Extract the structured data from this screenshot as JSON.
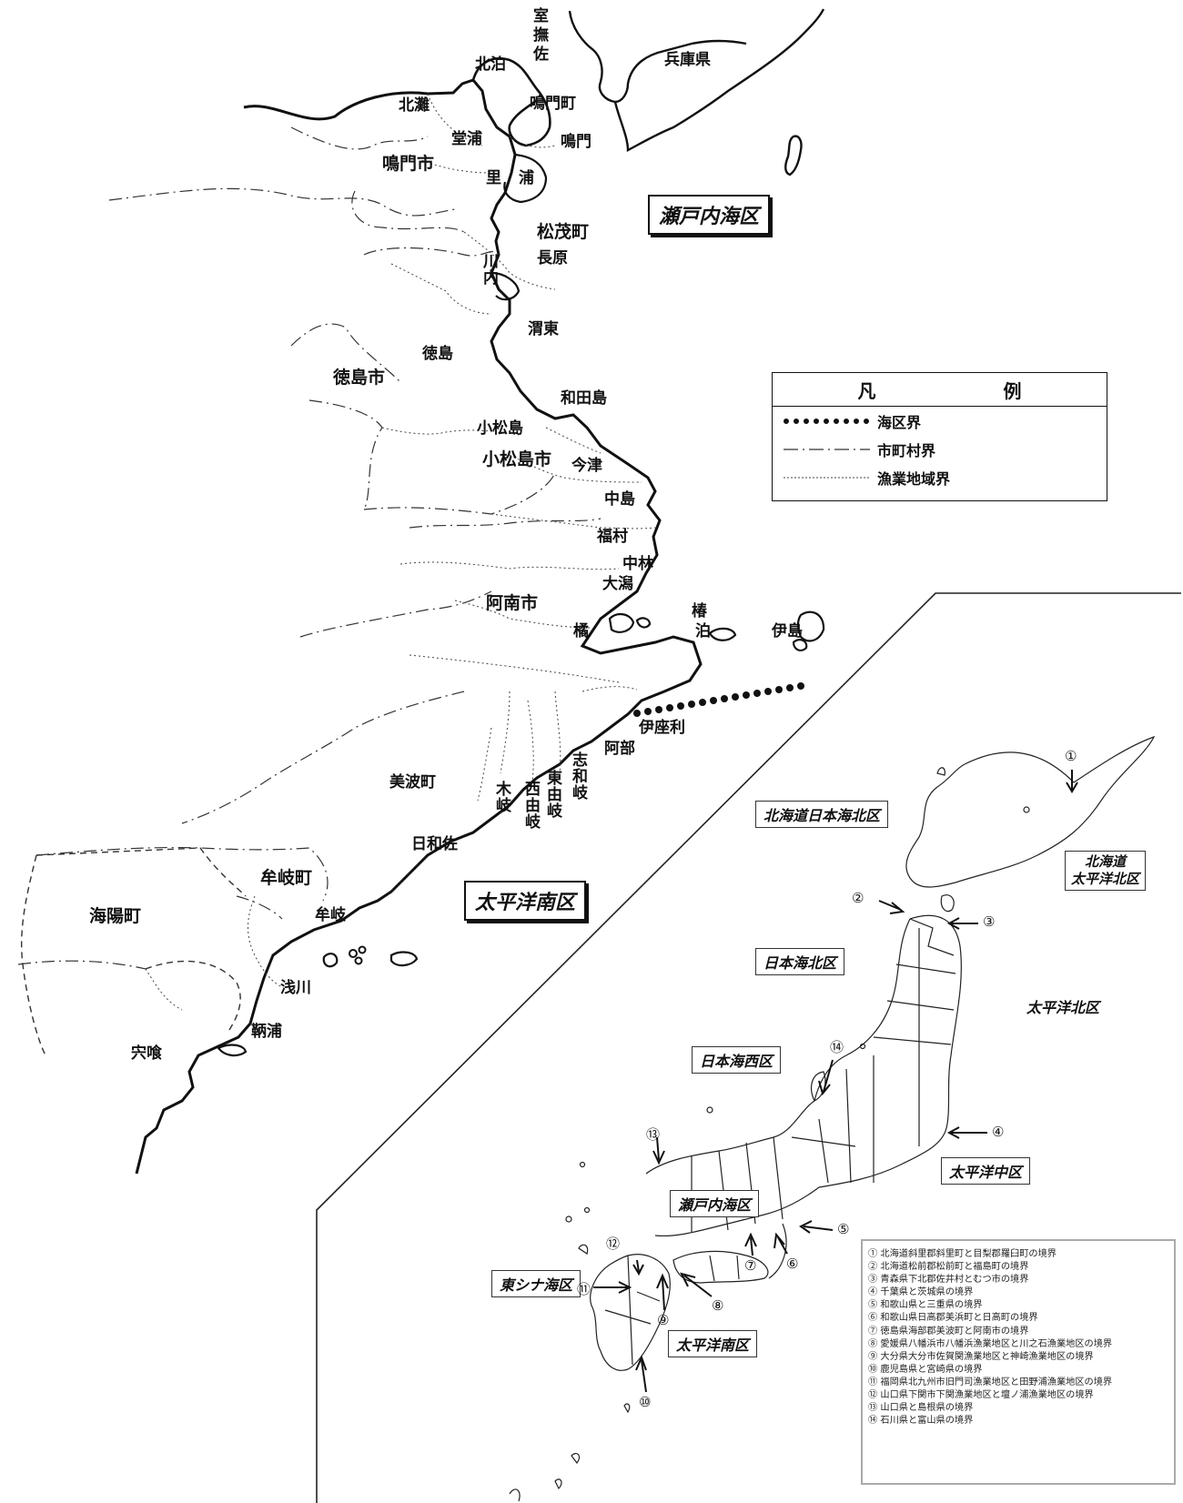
{
  "legend": {
    "title": "凡　例",
    "items": [
      {
        "label": "海区界",
        "style": "dotted-bold"
      },
      {
        "label": "市町村界",
        "style": "dash-dot"
      },
      {
        "label": "漁業地域界",
        "style": "fine-dotted"
      }
    ]
  },
  "zones": {
    "setonaikai": "瀬戸内海区",
    "taiheiyo_minami": "太平洋南区",
    "hokkaido_nihonkai_kita": "北海道日本海北区",
    "hokkaido_taiheiyo_kita_1": "北海道",
    "hokkaido_taiheiyo_kita_2": "太平洋北区",
    "nihonkai_kita": "日本海北区",
    "taiheiyo_kita": "太平洋北区",
    "nihonkai_nishi": "日本海西区",
    "taiheiyo_naka": "太平洋中区",
    "setonaikai_small": "瀬戸内海区",
    "higashi_shinakai": "東シナ海区",
    "taiheiyo_minami_small": "太平洋南区"
  },
  "places": {
    "hyogo": "兵庫県",
    "muro": "室",
    "bu": "撫",
    "sa": "佐",
    "kitadomari": "北泊",
    "naruto_cho": "鳴門町",
    "naruto": "鳴門",
    "kitanada": "北灘",
    "dounoura": "堂浦",
    "naruto_shi": "鳴門市",
    "sato": "里",
    "ura": "浦",
    "matsushige": "松茂町",
    "nagahara": "長原",
    "kawauchi": "川内",
    "ito": "渭東",
    "tokushima": "徳島",
    "tokushima_shi": "徳島市",
    "wadajima": "和田島",
    "komatsushima": "小松島",
    "komatsushima_shi": "小松島市",
    "imazu": "今津",
    "nakajima": "中島",
    "fukumura": "福村",
    "nakabayashi": "中林",
    "ogata": "大潟",
    "anan_shi": "阿南市",
    "tachibana": "橘",
    "tsubaki_1": "椿",
    "tsubaki_2": "泊",
    "ishima": "伊島",
    "izari": "伊座利",
    "abu": "阿部",
    "shiwagi": "志和岐",
    "higashi_yuki": "東由岐",
    "nishi_yuki": "西由岐",
    "kigi": "木岐",
    "minami_cho": "美波町",
    "hiwasa": "日和佐",
    "mugi_cho": "牟岐町",
    "mugi": "牟岐",
    "kaiyo_cho": "海陽町",
    "asakawa": "浅川",
    "mugi_ura": "鞆浦",
    "shishikui": "宍喰"
  },
  "markers": [
    "①",
    "②",
    "③",
    "④",
    "⑤",
    "⑥",
    "⑦",
    "⑧",
    "⑨",
    "⑩",
    "⑪",
    "⑫",
    "⑬",
    "⑭"
  ],
  "notes": [
    "① 北海道斜里郡斜里町と目梨郡羅臼町の境界",
    "② 北海道松前郡松前町と福島町の境界",
    "③ 青森県下北郡佐井村とむつ市の境界",
    "④ 千葉県と茨城県の境界",
    "⑤ 和歌山県と三重県の境界",
    "⑥ 和歌山県日高郡美浜町と日高町の境界",
    "⑦ 徳島県海部郡美波町と阿南市の境界",
    "⑧ 愛媛県八幡浜市八幡浜漁業地区と川之石漁業地区の境界",
    "⑨ 大分県大分市佐賀関漁業地区と神崎漁業地区の境界",
    "⑩ 鹿児島県と宮崎県の境界",
    "⑪ 福岡県北九州市旧門司漁業地区と田野浦漁業地区の境界",
    "⑫ 山口県下関市下関漁業地区と壇ノ浦漁業地区の境界",
    "⑬ 山口県と島根県の境界",
    "⑭ 石川県と富山県の境界"
  ]
}
